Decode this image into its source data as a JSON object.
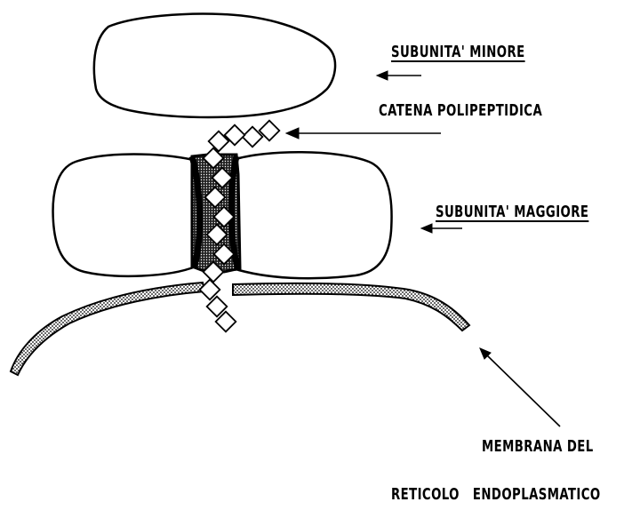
{
  "labels": {
    "subunita_minore": "SUBUNITA' MINORE",
    "catena_polipeptidica": "CATENA POLIPEPTIDICA",
    "subunita_maggiore": "SUBUNITA' MAGGIORE",
    "membrana_line1": "MEMBRANA DEL",
    "membrana_line2": "RETICOLO   ENDOPLASMATICO"
  },
  "colors": {
    "ink": "#000000",
    "background": "#ffffff"
  }
}
